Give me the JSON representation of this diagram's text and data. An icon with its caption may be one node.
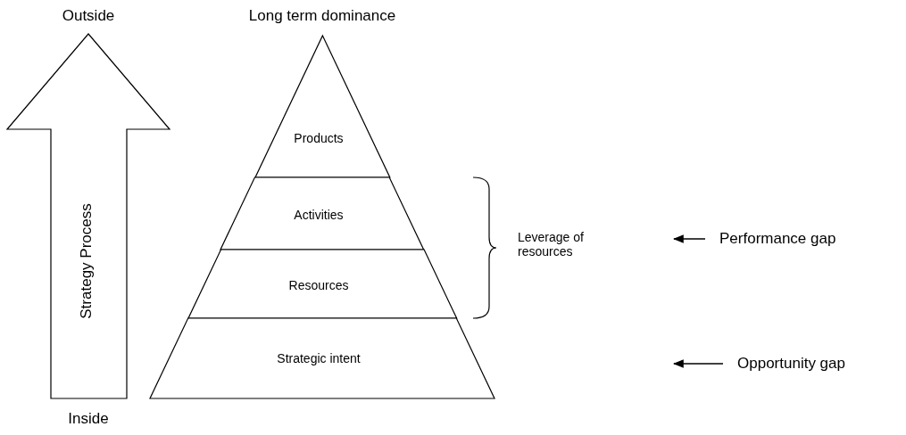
{
  "diagram": {
    "nodes": [
      {
        "text": [
          "Strategy Process"
        ]
      },
      {
        "text": [
          "Products"
        ]
      },
      {
        "text": [
          "Activities"
        ]
      },
      {
        "text": [
          "Resources"
        ]
      },
      {
        "text": [
          "Strategic intent"
        ]
      },
      {
        "text": [
          "Performance gap"
        ]
      },
      {
        "text": [
          "Opportunity gap"
        ]
      }
    ],
    "edges": [
      {
        "from": 5,
        "to": null,
        "arrow": "to"
      },
      {
        "from": 6,
        "to": null,
        "arrow": "to"
      }
    ],
    "labels": [
      "Outside",
      "Long term dominance",
      "Leverage of resources",
      "Inside"
    ]
  }
}
